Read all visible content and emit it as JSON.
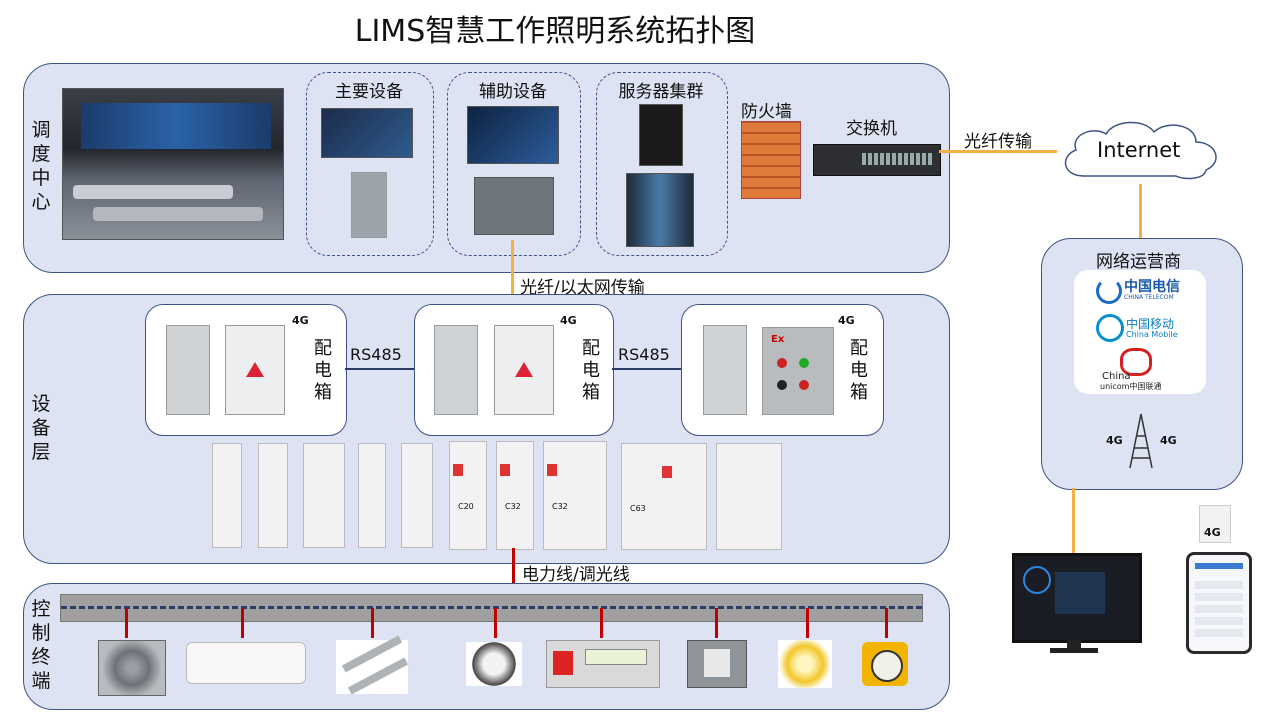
{
  "title": "LIMS智慧工作照明系统拓扑图",
  "dispatch": {
    "label": "调度中心",
    "groups": {
      "main": "主要设备",
      "aux": "辅助设备",
      "server": "服务器集群"
    },
    "firewall": "防火墙",
    "switch": "交换机"
  },
  "fiber_label": "光纤传输",
  "internet": "Internet",
  "link_label": "光纤/以太网传输",
  "device_layer": {
    "label": "设备层",
    "box_label": "配电箱",
    "rs485": "RS485",
    "sig": "4G",
    "breakers": [
      "C20",
      "C32",
      "C32",
      "C63"
    ]
  },
  "power_label": "电力线/调光线",
  "terminal": {
    "label": "控制终端"
  },
  "operator": {
    "label": "网络运营商",
    "telecom_cn": "中国电信",
    "telecom_en": "CHINA TELECOM",
    "mobile_cn": "中国移动",
    "mobile_en": "China Mobile",
    "unicom_en1": "China",
    "unicom_en2": "unicom中国联通",
    "sig": "4G"
  },
  "phone_sig": "4G",
  "colors": {
    "panel": "#dde3f2",
    "border": "#3f5486",
    "link": "#f4b043",
    "bus": "#a0a0a0",
    "drop": "#c00000"
  }
}
